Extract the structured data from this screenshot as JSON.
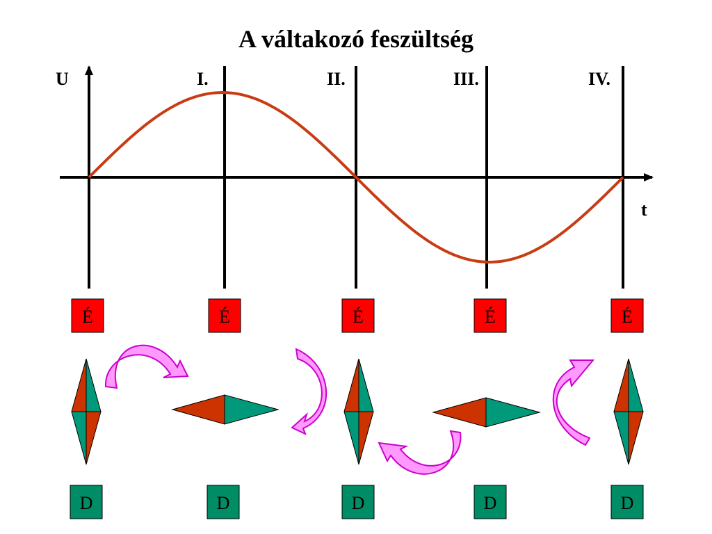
{
  "title": "A váltakozó feszültség",
  "axes": {
    "y_label": "U",
    "x_label": "t"
  },
  "markers": [
    "I.",
    "II.",
    "III.",
    "IV."
  ],
  "poles": {
    "north": "É",
    "south": "D"
  },
  "colors": {
    "curve": "#c83c14",
    "north_box": "#ff0000",
    "south_box": "#008c64",
    "needle_red": "#cc3300",
    "needle_green": "#00997a",
    "arrow_fill": "#ff99ff",
    "arrow_stroke": "#cc00cc",
    "axis": "#000000"
  }
}
